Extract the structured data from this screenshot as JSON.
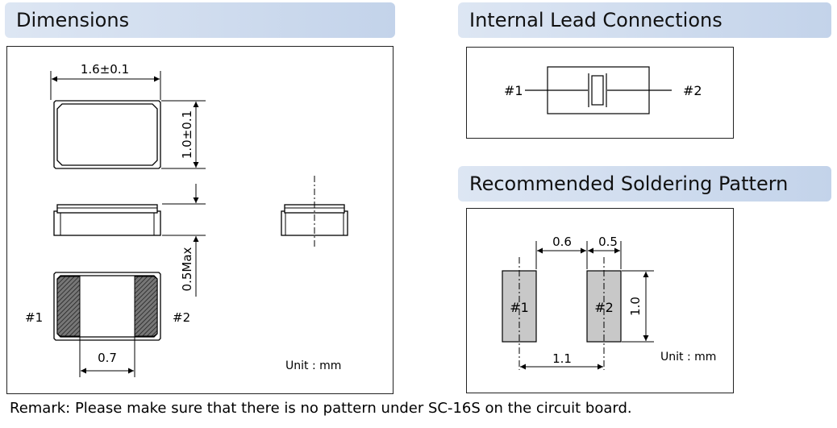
{
  "dimensions": {
    "title": "Dimensions",
    "width_label": "1.6±0.1",
    "height_label": "1.0±0.1",
    "thickness_label": "0.5Max",
    "pad_gap_label": "0.7",
    "pin1": "#1",
    "pin2": "#2",
    "unit": "Unit : mm"
  },
  "internal": {
    "title": "Internal Lead Connections",
    "pin1": "#1",
    "pin2": "#2"
  },
  "soldering": {
    "title": "Recommended Soldering Pattern",
    "gap_label": "0.6",
    "half_width_label": "0.5",
    "pad_height_label": "1.0",
    "pitch_label": "1.1",
    "pin1": "#1",
    "pin2": "#2",
    "unit": "Unit : mm"
  },
  "remark": "Remark: Please make sure that there is no pattern under SC-16S on the circuit board."
}
